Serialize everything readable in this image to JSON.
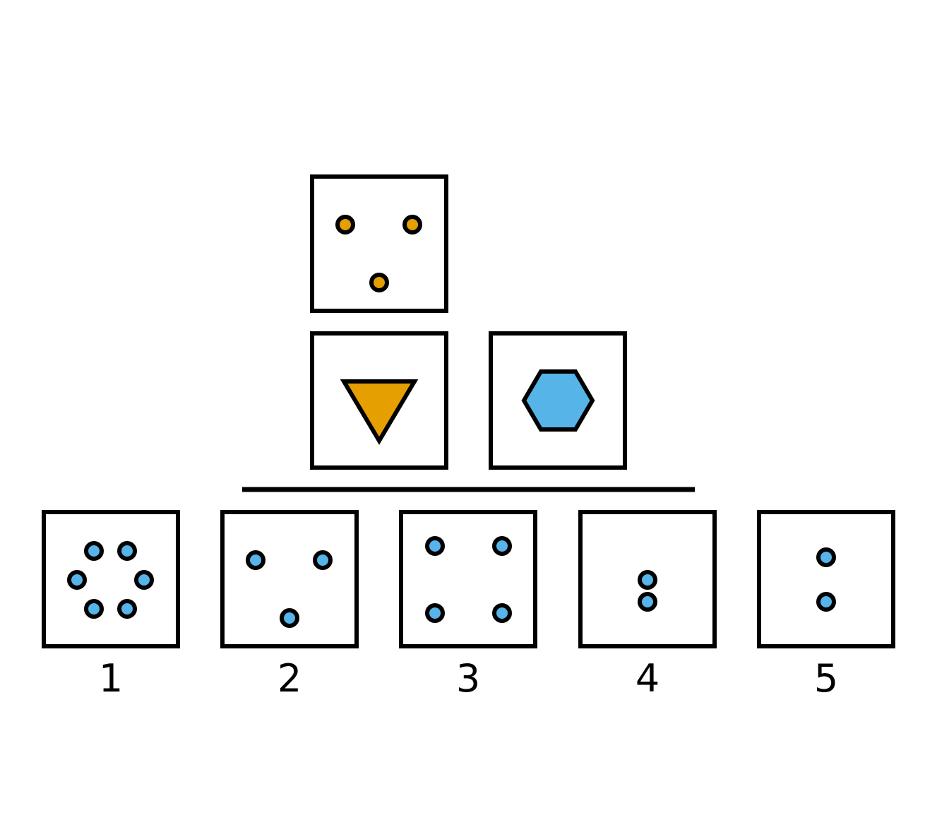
{
  "colors": {
    "stroke": "#000000",
    "orange": "#e69f00",
    "blue": "#56b4e9",
    "background": "#ffffff"
  },
  "example": {
    "top_panel": {
      "dot_count": 3,
      "dot_color": "orange",
      "arrangement": "two-up-one-down"
    },
    "bottom_left_panel": {
      "shape": "triangle-down",
      "fill": "orange"
    },
    "bottom_right_panel": {
      "shape": "hexagon",
      "fill": "blue"
    }
  },
  "options": [
    {
      "label": "1",
      "dot_count": 6,
      "dot_color": "blue",
      "arrangement": "ring"
    },
    {
      "label": "2",
      "dot_count": 3,
      "dot_color": "blue",
      "arrangement": "two-up-one-down"
    },
    {
      "label": "3",
      "dot_count": 4,
      "dot_color": "blue",
      "arrangement": "square"
    },
    {
      "label": "4",
      "dot_count": 2,
      "dot_color": "blue",
      "arrangement": "vertical-close"
    },
    {
      "label": "5",
      "dot_count": 2,
      "dot_color": "blue",
      "arrangement": "vertical"
    }
  ]
}
